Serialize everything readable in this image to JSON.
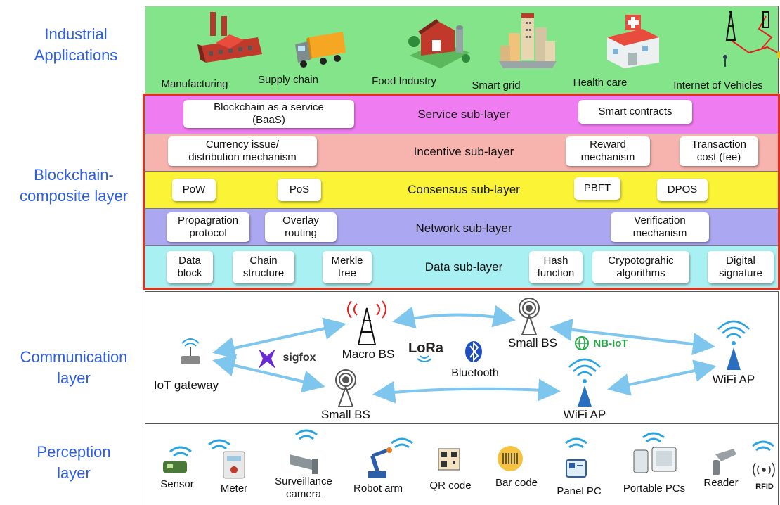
{
  "layers": {
    "industrial": {
      "label_line1": "Industrial",
      "label_line2": "Applications"
    },
    "blockchain": {
      "label_line1": "Blockchain-",
      "label_line2": "composite layer"
    },
    "communication": {
      "label_line1": "Communication",
      "label_line2": "layer"
    },
    "perception": {
      "label_line1": "Perception",
      "label_line2": "layer"
    }
  },
  "applications": [
    {
      "label": "Manufacturing",
      "icon": "factory-icon"
    },
    {
      "label": "Supply chain",
      "icon": "truck-icon"
    },
    {
      "label": "Food Industry",
      "icon": "farm-barn-icon"
    },
    {
      "label": "Smart grid",
      "icon": "city-buildings-icon"
    },
    {
      "label": "Health care",
      "icon": "hospital-icon"
    },
    {
      "label": "Internet of Vehicles",
      "icon": "connected-vehicles-icon"
    }
  ],
  "sublayers": {
    "service": {
      "title": "Service sub-layer",
      "color": "#f07cf2",
      "boxes": {
        "baas_l1": "Blockchain as a service",
        "baas_l2": "(BaaS)",
        "smart": "Smart contracts"
      }
    },
    "incentive": {
      "title": "Incentive sub-layer",
      "color": "#f7b3ae",
      "boxes": {
        "cur_l1": "Currency issue/",
        "cur_l2": "distribution mechanism",
        "rew_l1": "Reward",
        "rew_l2": "mechanism",
        "tx_l1": "Transaction",
        "tx_l2": "cost (fee)"
      }
    },
    "consensus": {
      "title": "Consensus sub-layer",
      "color": "#fbf335",
      "boxes": {
        "pow": "PoW",
        "pos": "PoS",
        "pbft": "PBFT",
        "dpos": "DPOS"
      }
    },
    "network": {
      "title": "Network sub-layer",
      "color": "#aba7f0",
      "boxes": {
        "prop_l1": "Propagration",
        "prop_l2": "protocol",
        "ov_l1": "Overlay",
        "ov_l2": "routing",
        "ver_l1": "Verification",
        "ver_l2": "mechanism"
      }
    },
    "data": {
      "title": "Data sub-layer",
      "color": "#a9f0f2",
      "boxes": {
        "db_l1": "Data",
        "db_l2": "block",
        "cs_l1": "Chain",
        "cs_l2": "structure",
        "mt_l1": "Merkle",
        "mt_l2": "tree",
        "hf_l1": "Hash",
        "hf_l2": "function",
        "ca_l1": "Crypotograhic",
        "ca_l2": "algorithms",
        "ds_l1": "Digital",
        "ds_l2": "signature"
      }
    }
  },
  "communication": {
    "iot_gateway": "IoT gateway",
    "sigfox": "sigfox",
    "macro_bs": "Macro BS",
    "lora": "LoRa",
    "bluetooth": "Bluetooth",
    "small_bs_top": "Small BS",
    "nbiot": "NB-IoT",
    "wifi_ap_right": "WiFi AP",
    "small_bs_bottom": "Small BS",
    "wifi_ap_bottom": "WiFi AP"
  },
  "perception": [
    {
      "l1": "Sensor",
      "l2": "",
      "icon": "sensor-icon"
    },
    {
      "l1": "Meter",
      "l2": "",
      "icon": "meter-icon"
    },
    {
      "l1": "Surveillance",
      "l2": "camera",
      "icon": "camera-icon"
    },
    {
      "l1": "Robot arm",
      "l2": "",
      "icon": "robot-arm-icon"
    },
    {
      "l1": "QR code",
      "l2": "",
      "icon": "qr-code-icon"
    },
    {
      "l1": "Bar code",
      "l2": "",
      "icon": "barcode-icon"
    },
    {
      "l1": "Panel PC",
      "l2": "",
      "icon": "panel-pc-icon"
    },
    {
      "l1": "Portable PCs",
      "l2": "",
      "icon": "portable-pc-icon"
    },
    {
      "l1": "Reader",
      "l2": "",
      "icon": "reader-icon"
    },
    {
      "l1": "RFID",
      "l2": "",
      "icon": "rfid-icon"
    }
  ],
  "colors": {
    "label_blue": "#2f5fe0",
    "app_band": "#84e48a",
    "frame_red": "#e0301e",
    "arrow_blue": "#7fc6ee",
    "wifi_blue": "#2aa3e0"
  }
}
